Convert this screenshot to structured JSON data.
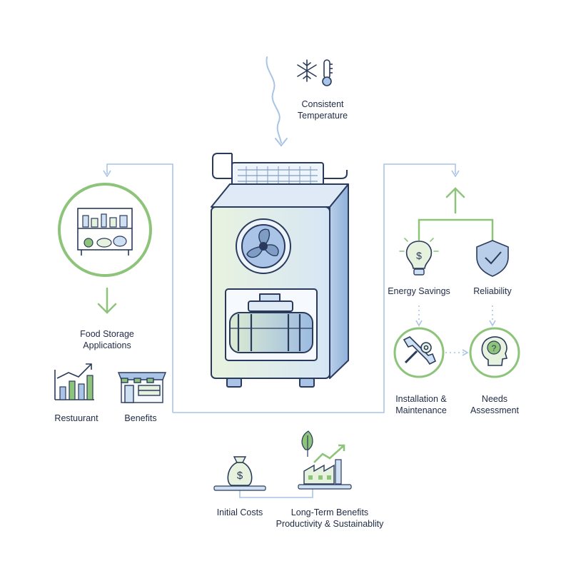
{
  "top": {
    "label_line1": "Consistent",
    "label_line2": "Temperature",
    "icons": [
      "snowflake-icon",
      "thermometer-icon"
    ]
  },
  "left": {
    "label_line1": "Food Storage",
    "label_line2": "Applications",
    "sub_items": [
      {
        "label": "Restuurant",
        "icon": "bar-chart-growth-icon"
      },
      {
        "label": "Benefits",
        "icon": "storefront-icon"
      }
    ],
    "icon": "storage-shelf-icon"
  },
  "right": {
    "benefits": [
      {
        "label": "Energy Savings",
        "icon": "lightbulb-dollar-icon"
      },
      {
        "label": "Reliability",
        "icon": "shield-check-icon"
      }
    ],
    "steps": [
      {
        "line1": "Installation &",
        "line2": "Maintenance",
        "icon": "wrench-gear-icon"
      },
      {
        "line1": "Needs",
        "line2": "Assessment",
        "icon": "head-question-icon"
      }
    ]
  },
  "bottom": {
    "left_label": "Initial Costs",
    "right_label_line1": "Long-Term Benefits",
    "right_label_line2": "Productivity & Sustainablity",
    "icons": [
      "money-bag-icon",
      "factory-growth-icon"
    ]
  },
  "colors": {
    "navy": "#2a3a5c",
    "blue": "#a9c4e6",
    "green": "#8dc47a",
    "unit_green": "#e6f1de",
    "unit_blue": "#cfe0f3"
  }
}
